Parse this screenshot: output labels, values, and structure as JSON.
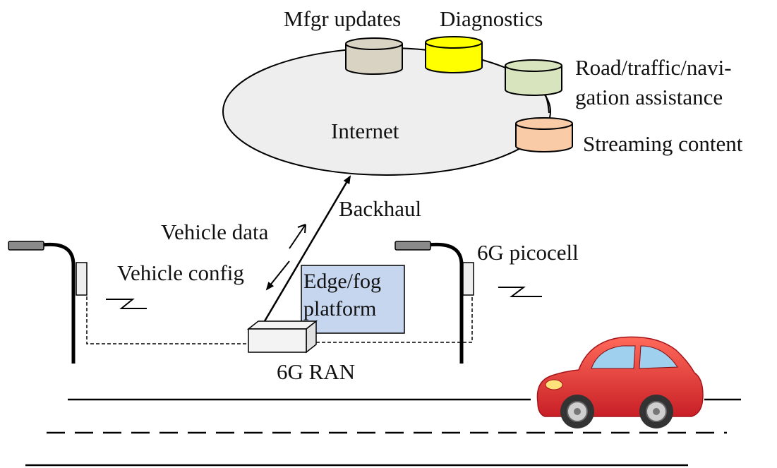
{
  "labels": {
    "mfgr_updates": "Mfgr updates",
    "diagnostics": "Diagnostics",
    "road_line1": "Road/traffic/navi-",
    "road_line2": "gation assistance",
    "streaming": "Streaming content",
    "internet": "Internet",
    "backhaul": "Backhaul",
    "vehicle_data": "Vehicle data",
    "vehicle_config": "Vehicle config",
    "edge_line1": "Edge/fog",
    "edge_line2": "platform",
    "ran": "6G RAN",
    "picocell": "6G picocell"
  },
  "colors": {
    "mfgr_db": "#d9d3c4",
    "diagnostics_db": "#ffff00",
    "road_db": "#d7e4bd",
    "streaming_db": "#f9cba6",
    "internet_fill": "#eeeeee",
    "edge_fill": "#c6d6ef",
    "car_body": "#e8393a"
  }
}
